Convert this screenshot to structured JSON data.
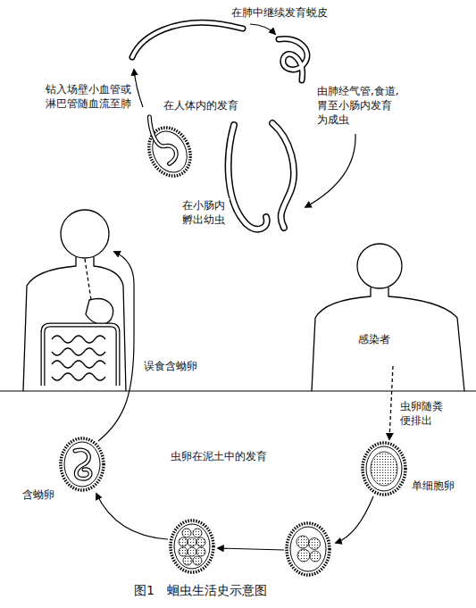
{
  "diagram": {
    "caption": "图1　蛔虫生活史示意图",
    "labels": [
      "在肺中继续发育蜕皮",
      "钻入场壁小血管或淋巴管随血流至肺",
      "在人体内的发育",
      "由肺经气管,食道,胃至小肠内发育为成虫",
      "在小肠内孵出幼虫",
      "误食含蚴卵",
      "感染者",
      "虫卵随粪便排出",
      "虫卵在泥土中的发育",
      "单细胞卵",
      "含蚴卵"
    ]
  }
}
